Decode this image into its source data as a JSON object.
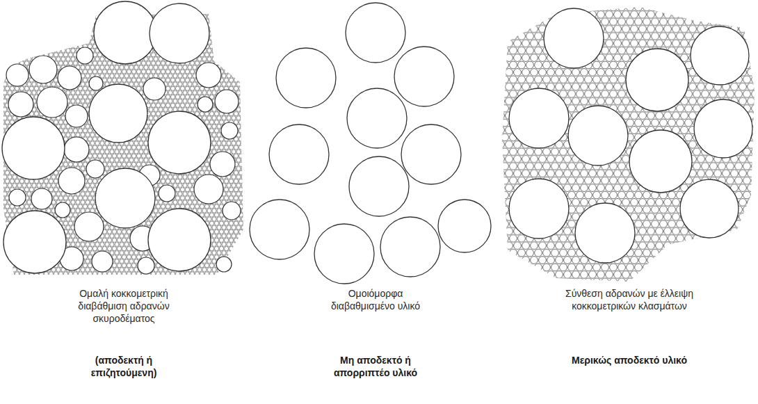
{
  "diagram": {
    "labels": [
      "Ομαλή κοκκομετρική διαβάθμιση αδρανών σκυροδέματος",
      "(αποδεκτή ή επιζητούμενη)",
      "Ομοιόμορφα διαβαθμισμένο υλικό",
      "Μη αποδεκτό ή απορριπτέο υλικό",
      "Σύνθεση αδρανών με έλλειψη κοκκομετρικών κλασμάτων",
      "Μερικώς αποδεκτό υλικό"
    ]
  }
}
